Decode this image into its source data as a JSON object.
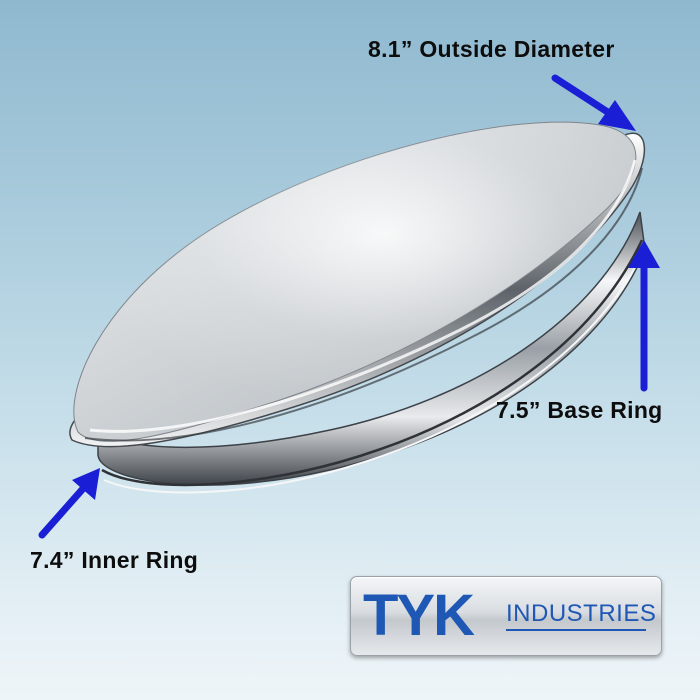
{
  "annotations": {
    "outside_diameter": "8.1” Outside Diameter",
    "base_ring": "7.5” Base Ring",
    "inner_ring": "7.4” Inner Ring"
  },
  "logo": {
    "mark": "TYK",
    "subtitle": "INDUSTRIES"
  },
  "colors": {
    "arrow": "#1a1fd6",
    "logo_blue": "#1f57b5",
    "background_top": "#8fb8cf",
    "background_bottom": "#eef5f8"
  },
  "icons": {
    "product": "chrome-hubcap",
    "arrows": "pointer-arrow"
  }
}
